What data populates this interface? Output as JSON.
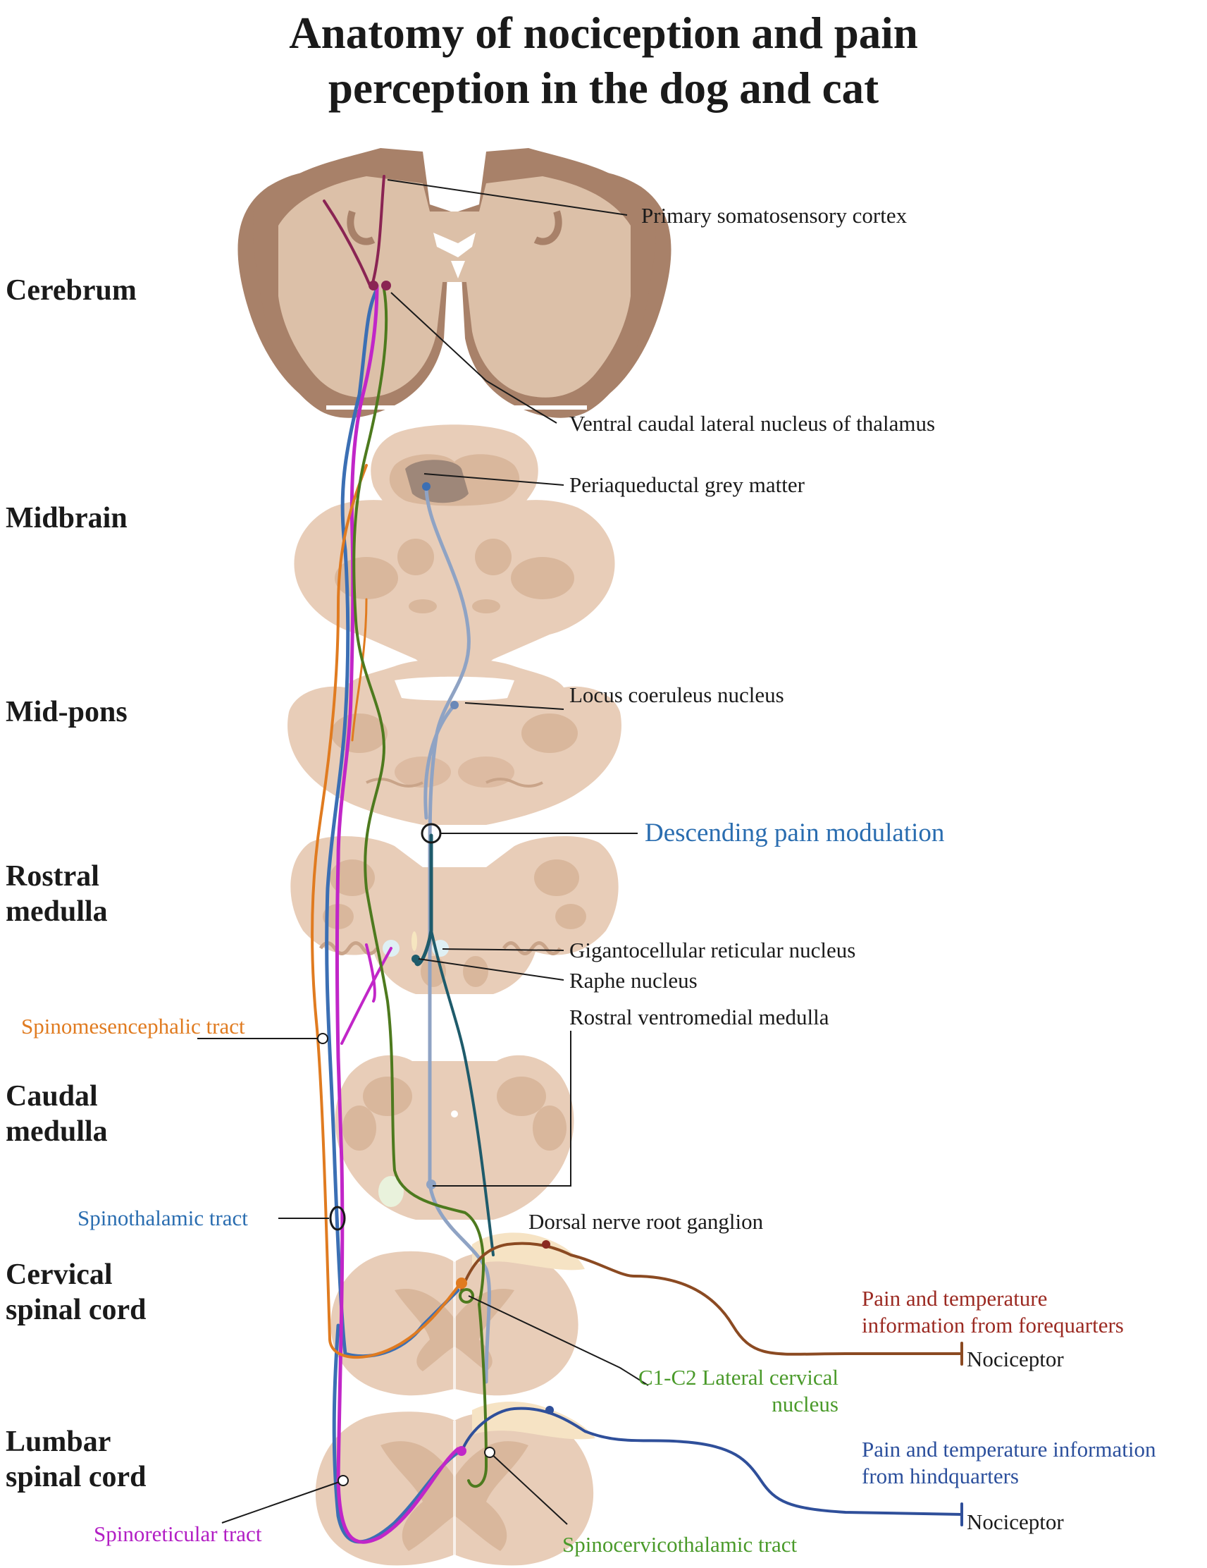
{
  "title_line1": "Anatomy of nociception and pain",
  "title_line2": "perception in the dog and cat",
  "regions": {
    "cerebrum": "Cerebrum",
    "midbrain": "Midbrain",
    "mid_pons": "Mid-pons",
    "rostral_medulla_1": "Rostral",
    "rostral_medulla_2": "medulla",
    "caudal_medulla_1": "Caudal",
    "caudal_medulla_2": "medulla",
    "cervical_1": "Cervical",
    "cervical_2": "spinal cord",
    "lumbar_1": "Lumbar",
    "lumbar_2": "spinal cord"
  },
  "labels": {
    "primary_cortex": "Primary somatosensory cortex",
    "vcl_thalamus": "Ventral caudal lateral nucleus of thalamus",
    "pag": "Periaqueductal grey matter",
    "locus_coeruleus": "Locus coeruleus nucleus",
    "descending": "Descending pain modulation",
    "gigantocellular": "Gigantocellular reticular nucleus",
    "raphe": "Raphe nucleus",
    "rvm": "Rostral ventromedial medulla",
    "spinomesencephalic": "Spinomesencephalic tract",
    "spinothalamic": "Spinothalamic tract",
    "drg": "Dorsal nerve root ganglion",
    "forequarters_1": "Pain and temperature",
    "forequarters_2": "information from forequarters",
    "nociceptor_1": "Nociceptor",
    "c1c2_1": "C1-C2 Lateral cervical",
    "c1c2_2": "nucleus",
    "hindquarters_1": "Pain and temperature information",
    "hindquarters_2": "from hindquarters",
    "nociceptor_2": "Nociceptor",
    "spinoreticular": "Spinoreticular tract",
    "spinocervicothalamic": "Spinocervicothalamic tract"
  },
  "colors": {
    "tissue_light": "#e8cdb8",
    "tissue_mid": "#d9b79c",
    "tissue_dark": "#a88169",
    "spinothalamic": "#3b6fb4",
    "spinoreticular": "#c126c8",
    "spinomesencephalic": "#e07b20",
    "spinocervicothalamic": "#4d7a1e",
    "thalamic_relay": "#8a2453",
    "descending": "#1e5b6b",
    "descending_light": "#8fa3c4",
    "forequarter_fiber": "#8b4a22",
    "hindquarter_fiber": "#2f4f9a",
    "label_blue": "#2a6db0",
    "label_orange": "#e07b20",
    "label_green": "#4a9a2a",
    "label_magenta": "#b21ec4",
    "label_red": "#9b2a22",
    "label_navy": "#2b4f9c"
  }
}
